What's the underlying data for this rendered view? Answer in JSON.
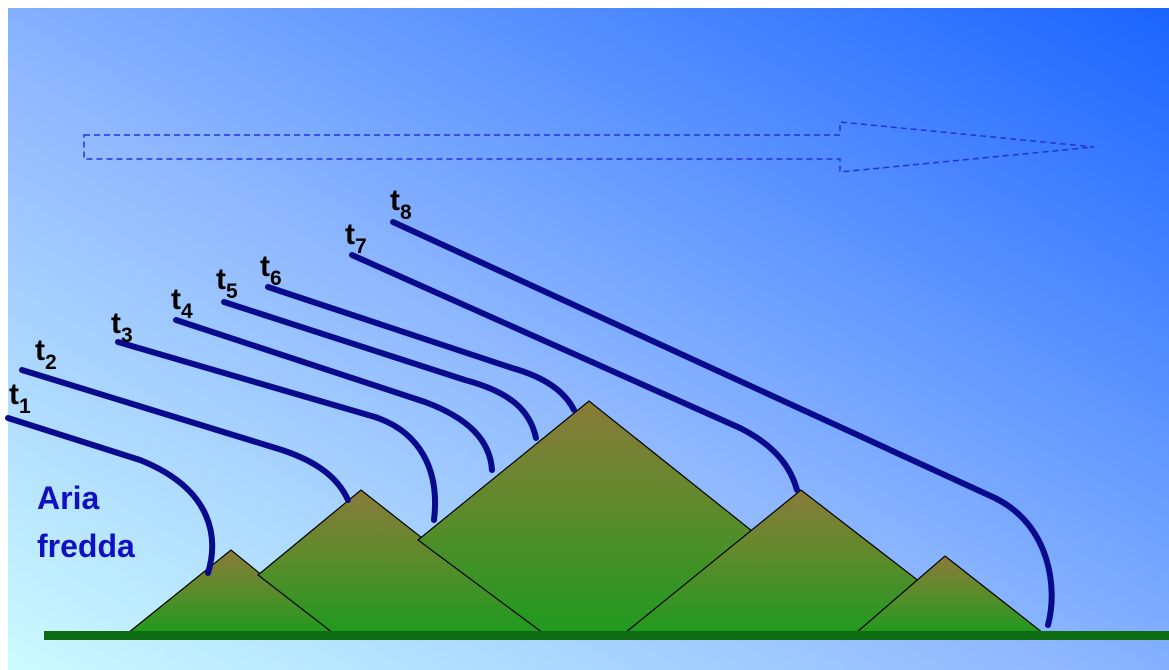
{
  "colors": {
    "sky_top_right": "#1a64ff",
    "sky_bottom_left": "#ccfbff",
    "front_line": "#0a0a8c",
    "ground": "#0d6b12",
    "mountain_base": "#1f9a1f",
    "mountain_peak": "#8a7a3a",
    "arrow_outline": "#2233dd"
  },
  "direction_arrow": {
    "style": "dashed-outline",
    "points_toward": "right"
  },
  "front_labels": [
    {
      "base": "t",
      "sub": "1"
    },
    {
      "base": "t",
      "sub": "2"
    },
    {
      "base": "t",
      "sub": "3"
    },
    {
      "base": "t",
      "sub": "4"
    },
    {
      "base": "t",
      "sub": "5"
    },
    {
      "base": "t",
      "sub": "6"
    },
    {
      "base": "t",
      "sub": "7"
    },
    {
      "base": "t",
      "sub": "8"
    }
  ],
  "cold_air_label": {
    "line1": "Aria",
    "line2": "fredda",
    "color": "#1010c0"
  }
}
